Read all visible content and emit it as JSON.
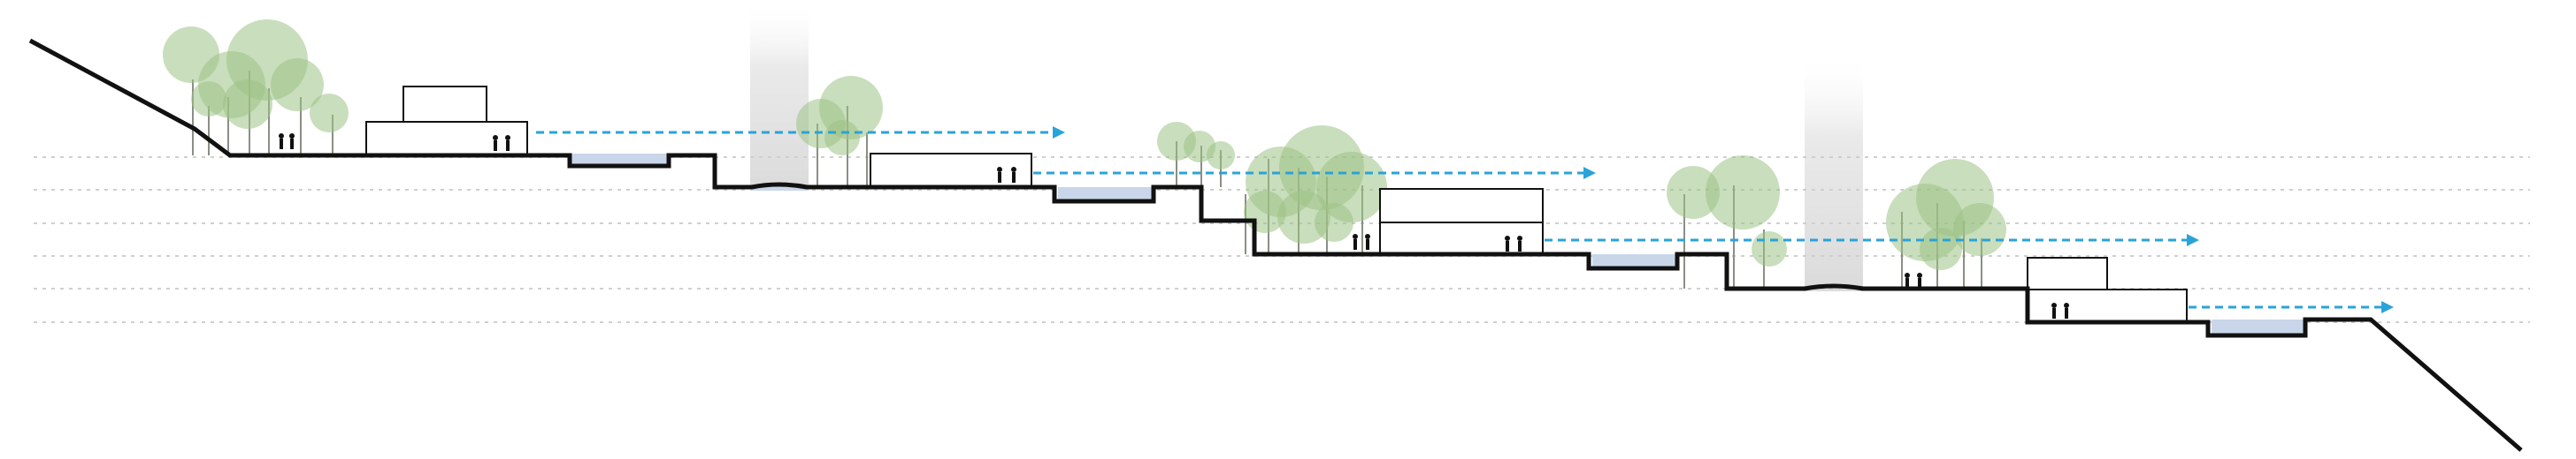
{
  "diagram": {
    "kind": "site-section",
    "colors": {
      "background": "#ffffff",
      "ground_line": "#111111",
      "datum_line": "#cfcfcf",
      "water_fill": "#c9d6ea",
      "flow_arrow": "#2aa3d8",
      "tree_fill": "#9cc285",
      "tree_trunk": "#8a8f86",
      "light_shaft": "#e4e4e4",
      "figure": "#111111"
    },
    "datum_line_count": 6,
    "terraces": [
      "upper-terrace",
      "mid-terrace-1",
      "mid-terrace-2",
      "low-terrace-1",
      "low-terrace-2"
    ],
    "buildings": [
      "pavilion-upper",
      "pavilion-2",
      "pavilion-3",
      "pavilion-4"
    ],
    "water_pools": 5,
    "flow_arrows": 4,
    "tree_groves": 6,
    "light_shafts": 2,
    "icons": [
      "person-figure-icon",
      "tree-icon",
      "arrow-right-icon"
    ]
  }
}
